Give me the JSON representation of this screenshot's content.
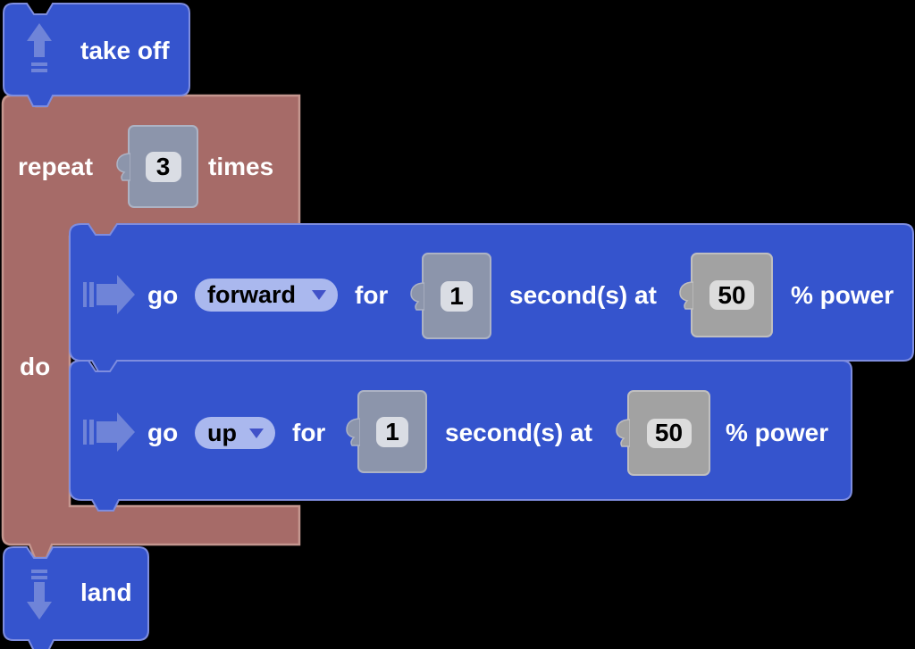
{
  "workspace": {
    "background": "#000000"
  },
  "colors": {
    "command_block_fill": "#3554cd",
    "command_block_border": "#7e8ddf",
    "loop_block_fill": "#a66b68",
    "loop_block_border": "#c4968f",
    "block_icon": "#6f84d8",
    "dropdown_fill": "#aab8ee",
    "dropdown_arrow": "#4152c8",
    "number_shadow_slate_fill": "#8c95ab",
    "number_shadow_slate_border": "#adb3c4",
    "number_shadow_gray_fill": "#a2a2a2",
    "number_shadow_gray_border": "#c0bfbf",
    "number_field_fill": "#dadde4",
    "label_text": "#ffffff",
    "value_text": "#000000"
  },
  "program": {
    "takeoff": {
      "label": "take off"
    },
    "loop": {
      "repeat_label": "repeat",
      "count_value": "3",
      "times_label": "times",
      "do_label": "do"
    },
    "statements": [
      {
        "go_label": "go",
        "direction_value": "forward",
        "for_label": "for",
        "duration_value": "1",
        "seconds_label": "second(s) at",
        "power_value": "50",
        "power_label": "% power"
      },
      {
        "go_label": "go",
        "direction_value": "up",
        "for_label": "for",
        "duration_value": "1",
        "seconds_label": "second(s) at",
        "power_value": "50",
        "power_label": "% power"
      }
    ],
    "land": {
      "label": "land"
    }
  }
}
